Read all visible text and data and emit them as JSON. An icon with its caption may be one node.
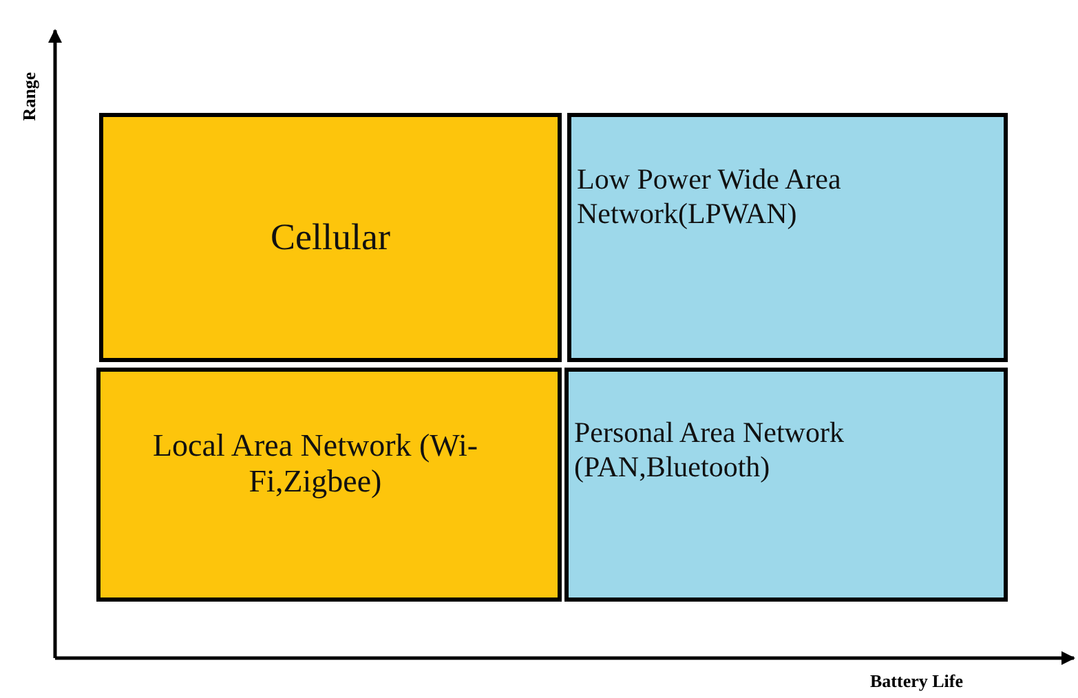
{
  "diagram": {
    "nodes": [
      {
        "text": [
          "Cellular"
        ]
      },
      {
        "text": [
          "Low Power Wide Area Network(LPWAN)"
        ]
      },
      {
        "text": [
          "Local Area Network (Wi-Fi,Zigbee)"
        ]
      },
      {
        "text": [
          "Personal Area Network (PAN,Bluetooth)"
        ]
      }
    ],
    "labels": [
      "Range",
      "Battery Life"
    ]
  }
}
